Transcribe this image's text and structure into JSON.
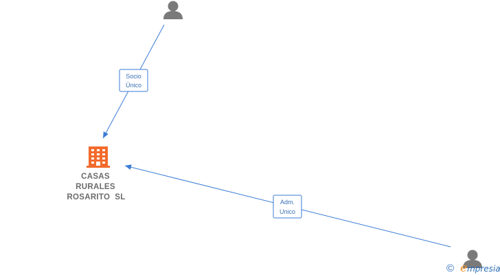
{
  "diagram": {
    "edges": [
      {
        "label_line1": "Socio",
        "label_line2": "Único"
      },
      {
        "label_line1": "Adm.",
        "label_line2": "Unico"
      }
    ],
    "company": {
      "name_line1": "CASAS",
      "name_line2": "RURALES",
      "name_line3": "ROSARITO  SL",
      "icon": "building-icon"
    },
    "persons": [
      {
        "icon": "person-icon"
      },
      {
        "icon": "person-icon"
      }
    ]
  },
  "watermark": {
    "copyright_symbol": "©",
    "brand_e": "e",
    "brand_rest": "mpresia"
  },
  "colors": {
    "edge": "#3a7bd5",
    "company_icon": "#f26b2c",
    "person_icon": "#7a7a7a",
    "company_text": "#6b6b6b"
  }
}
